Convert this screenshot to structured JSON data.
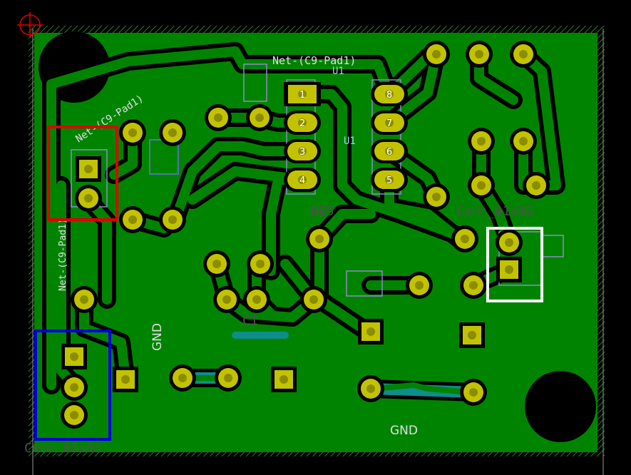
{
  "board": {
    "colors": {
      "background": "#000000",
      "copper_fill": "#008400",
      "pad": "#c2c200",
      "pad_hole": "#8c8c00",
      "outline": "#c2c200",
      "silk_text": "#e0e0e0",
      "highlight_red": "#e00000",
      "highlight_blue": "#0000e0",
      "highlight_white": "#ffffff",
      "via_teal": "#0f8c8c",
      "origin_marker": "#e00000"
    }
  },
  "labels": {
    "net_top": "Net-(C9-Pad1)",
    "net_diag": "Net-(C9-Pad1)",
    "net_vert": "Net-(C9-Pad1)",
    "u1_ref": "U1",
    "u1_ref_side": "U1",
    "gnd_left": "GND",
    "gnd_bottom": "GND",
    "conn_bottom": "Conn_01x03",
    "conn_right": "Conn_01x02",
    "c_label": "C1",
    "ne_label": "NE5"
  },
  "u1_pins": [
    "1",
    "2",
    "3",
    "4",
    "5",
    "6",
    "7",
    "8"
  ]
}
